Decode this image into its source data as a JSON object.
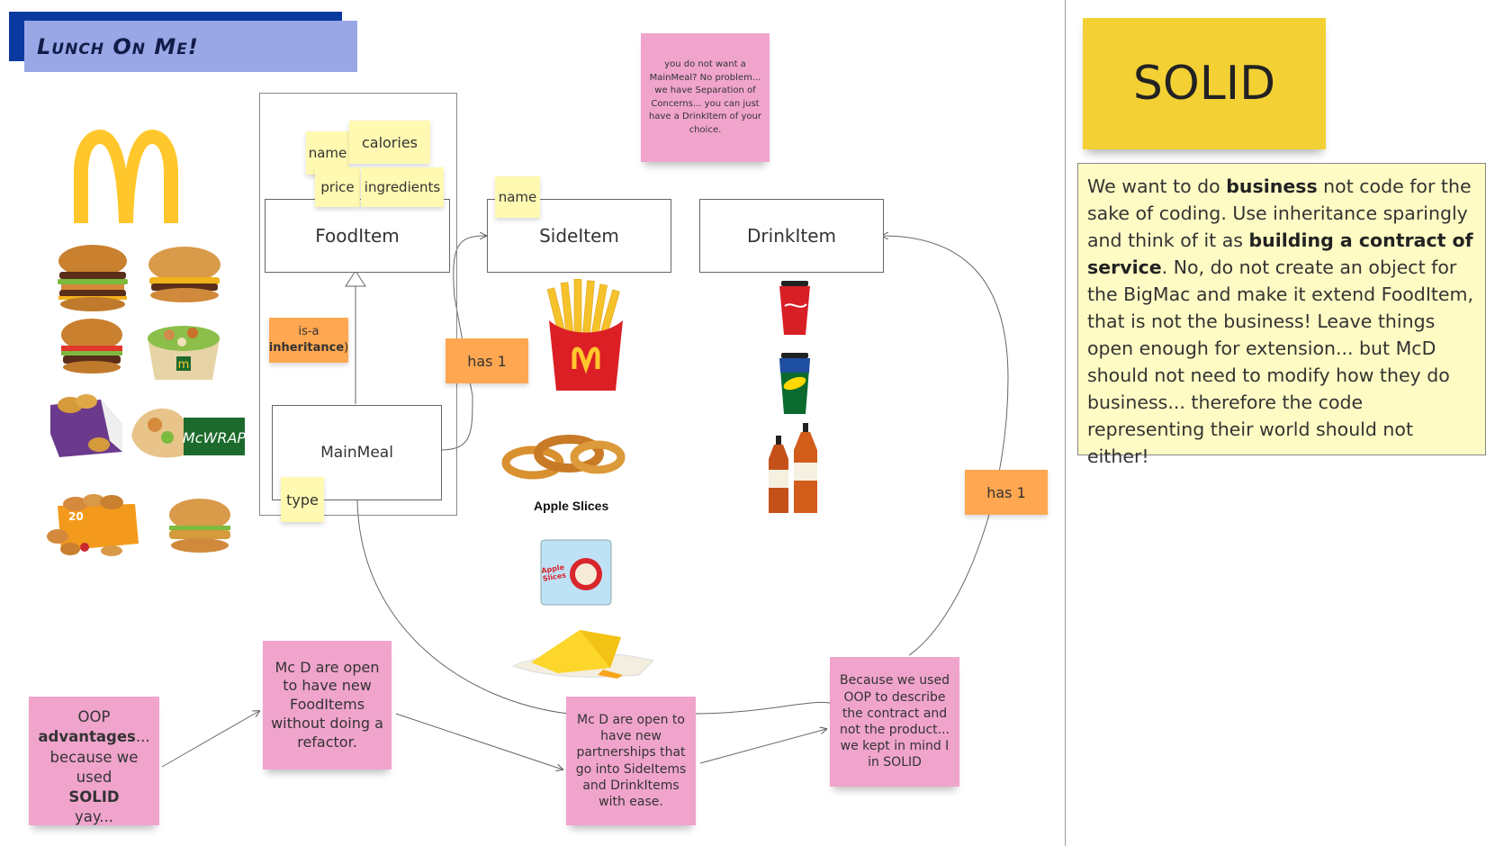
{
  "title": "Lunch On Me!",
  "classes": {
    "food_item": "FoodItem",
    "side_item": "SideItem",
    "drink_item": "DrinkItem",
    "main_meal": "MainMeal"
  },
  "attributes": {
    "name": "name",
    "calories": "calories",
    "price": "price",
    "ingredients": "ingredients",
    "side_name": "name",
    "type": "type"
  },
  "relations": {
    "is_a_line1": "is-a",
    "is_a_line2": "inheritance",
    "is_a_paren": ")",
    "has1_side": "has 1",
    "has1_drink": "has 1"
  },
  "apple_slices_label": "Apple Slices",
  "apple_pack_text": "Apple Slices",
  "drink_note": "you do not want a MainMeal? No problem... we have Separation of Concerns... you can just have a DrinkItem of your choice.",
  "oop_note": {
    "line1": "OOP",
    "bold1": "advantages",
    "line2": "...",
    "line3": "because we used",
    "bold2": "SOLID",
    "line4": "yay..."
  },
  "pink_notes": {
    "new_fooditems": "Mc D are open to have new FoodItems without doing a refactor.",
    "partnerships": "Mc D are open to have new partnerships that go into SideItems and DrinkItems with ease.",
    "contract": "Because we used OOP to describe the contract and not the product... we kept in mind I in SOLID"
  },
  "solid": {
    "heading": "SOLID",
    "t1": "We want to do ",
    "b1": "business",
    "t2": " not code for the sake of coding. Use inheritance sparingly and think of it as ",
    "b2": "building a contract of service",
    "t3": ". No, do not create an object for the BigMac and make it extend FoodItem, that is not the business! Leave things open enough for extension... but McD should not need to modify how they do business... therefore the code representing their world should not either!"
  },
  "food_images": [
    "mcdonalds-logo-icon",
    "big-mac-icon",
    "cheeseburger-icon",
    "burger-icon",
    "salad-bowl-icon",
    "nuggets-box-icon",
    "mcwrap-icon",
    "nuggets-20-icon",
    "chicken-burger-icon"
  ],
  "side_images": [
    "fries-icon",
    "onion-rings-icon",
    "apple-slices-icon",
    "pineapple-icon"
  ],
  "drink_images": [
    "coca-cola-icon",
    "sprite-icon",
    "fanta-bottles-icon"
  ],
  "colors": {
    "sticky_yellow": "#fff9b1",
    "sticky_orange": "#ffa751",
    "sticky_pink": "#f0a4cc",
    "solid_yellow": "#f3d034",
    "title_blue": "#9aa7e6",
    "title_dark_blue": "#0a3aa0"
  }
}
